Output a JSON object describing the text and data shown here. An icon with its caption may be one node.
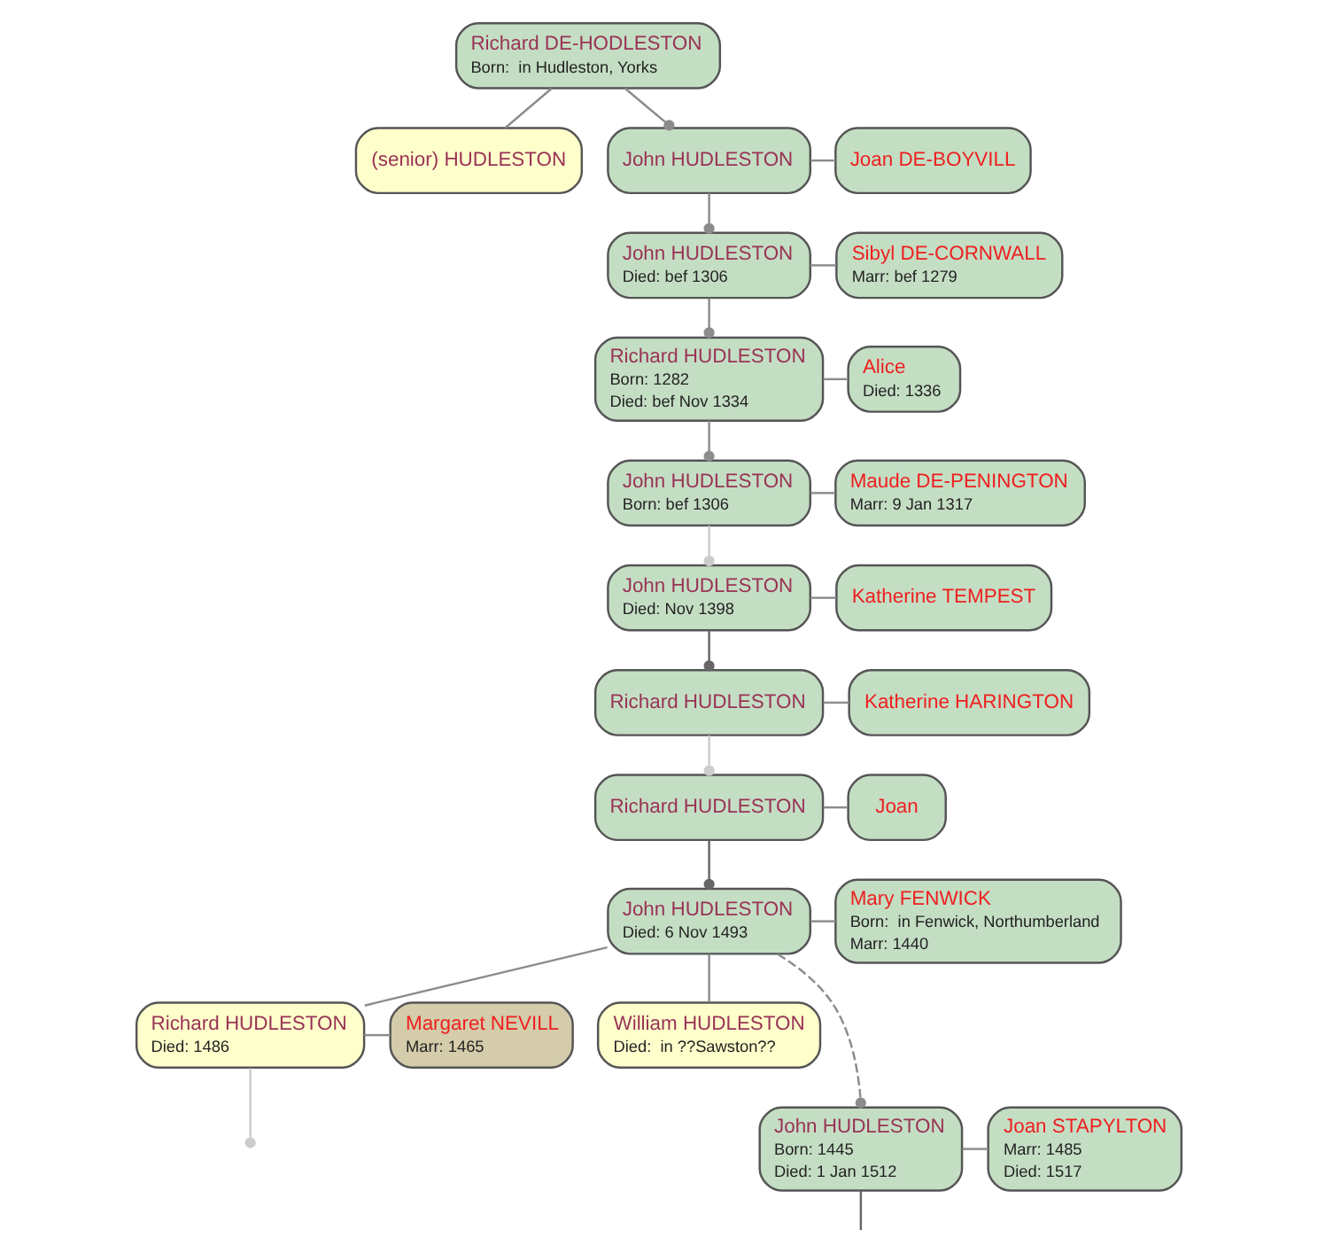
{
  "diagram": {
    "nodes": [
      {
        "text": [
          "Richard DE-HODLESTON",
          "Born:  in Hudleston, Yorks"
        ]
      },
      {
        "text": [
          "(senior) HUDLESTON"
        ]
      },
      {
        "text": [
          "John HUDLESTON"
        ]
      },
      {
        "text": [
          "Joan DE-BOYVILL"
        ]
      },
      {
        "text": [
          "John HUDLESTON",
          "Died: bef 1306"
        ]
      },
      {
        "text": [
          "Sibyl DE-CORNWALL",
          "Marr: bef 1279"
        ]
      },
      {
        "text": [
          "Richard HUDLESTON",
          "Born: 1282",
          "Died: bef Nov 1334"
        ]
      },
      {
        "text": [
          "Alice",
          "Died: 1336"
        ]
      },
      {
        "text": [
          "John HUDLESTON",
          "Born: bef 1306"
        ]
      },
      {
        "text": [
          "Maude DE-PENINGTON",
          "Marr: 9 Jan 1317"
        ]
      },
      {
        "text": [
          "John HUDLESTON",
          "Died: Nov 1398"
        ]
      },
      {
        "text": [
          "Katherine TEMPEST"
        ]
      },
      {
        "text": [
          "Richard HUDLESTON"
        ]
      },
      {
        "text": [
          "Katherine HARINGTON"
        ]
      },
      {
        "text": [
          "Richard HUDLESTON"
        ]
      },
      {
        "text": [
          "Joan"
        ]
      },
      {
        "text": [
          "John HUDLESTON",
          "Died: 6 Nov 1493"
        ]
      },
      {
        "text": [
          "Mary FENWICK",
          "Born:  in Fenwick, Northumberland",
          "Marr: 1440"
        ]
      },
      {
        "text": [
          "Richard HUDLESTON",
          "Died: 1486"
        ]
      },
      {
        "text": [
          "Margaret NEVILL",
          "Marr: 1465"
        ]
      },
      {
        "text": [
          "William HUDLESTON",
          "Died:  in ??Sawston??"
        ]
      },
      {
        "text": [
          "John HUDLESTON",
          "Born: 1445",
          "Died: 1 Jan 1512"
        ]
      },
      {
        "text": [
          "Joan STAPYLTON",
          "Marr: 1485",
          "Died: 1517"
        ]
      }
    ],
    "edges": [
      {
        "from": 0,
        "to": 1,
        "arrow": "none"
      },
      {
        "from": 0,
        "to": 2,
        "arrow": "other"
      },
      {
        "from": 2,
        "to": 3,
        "arrow": "none"
      },
      {
        "from": 2,
        "to": 4,
        "arrow": "other"
      },
      {
        "from": 4,
        "to": 5,
        "arrow": "none"
      },
      {
        "from": 4,
        "to": 6,
        "arrow": "other"
      },
      {
        "from": 6,
        "to": 7,
        "arrow": "none"
      },
      {
        "from": 6,
        "to": 8,
        "arrow": "other"
      },
      {
        "from": 8,
        "to": 9,
        "arrow": "none"
      },
      {
        "from": 8,
        "to": 10,
        "arrow": "other",
        "color": "#cccccc"
      },
      {
        "from": 10,
        "to": 11,
        "arrow": "none"
      },
      {
        "from": 10,
        "to": 12,
        "arrow": "other",
        "color": "#666666"
      },
      {
        "from": 12,
        "to": 13,
        "arrow": "none"
      },
      {
        "from": 12,
        "to": 14,
        "arrow": "other",
        "color": "#cccccc"
      },
      {
        "from": 14,
        "to": 15,
        "arrow": "none"
      },
      {
        "from": 14,
        "to": 16,
        "arrow": "other",
        "color": "#666666"
      },
      {
        "from": 16,
        "to": 17,
        "arrow": "none"
      },
      {
        "from": 16,
        "to": 18,
        "arrow": "none"
      },
      {
        "from": 16,
        "to": 20,
        "arrow": "none"
      },
      {
        "from": 16,
        "to": 21,
        "arrow": "other",
        "style": "dashed"
      },
      {
        "from": 18,
        "to": 19,
        "arrow": "none"
      },
      {
        "from": 18,
        "to": null,
        "arrow": "other",
        "color": "#cccccc"
      },
      {
        "from": 21,
        "to": 22,
        "arrow": "none"
      },
      {
        "from": 21,
        "to": null,
        "arrow": "none",
        "color": "#666666"
      }
    ]
  }
}
